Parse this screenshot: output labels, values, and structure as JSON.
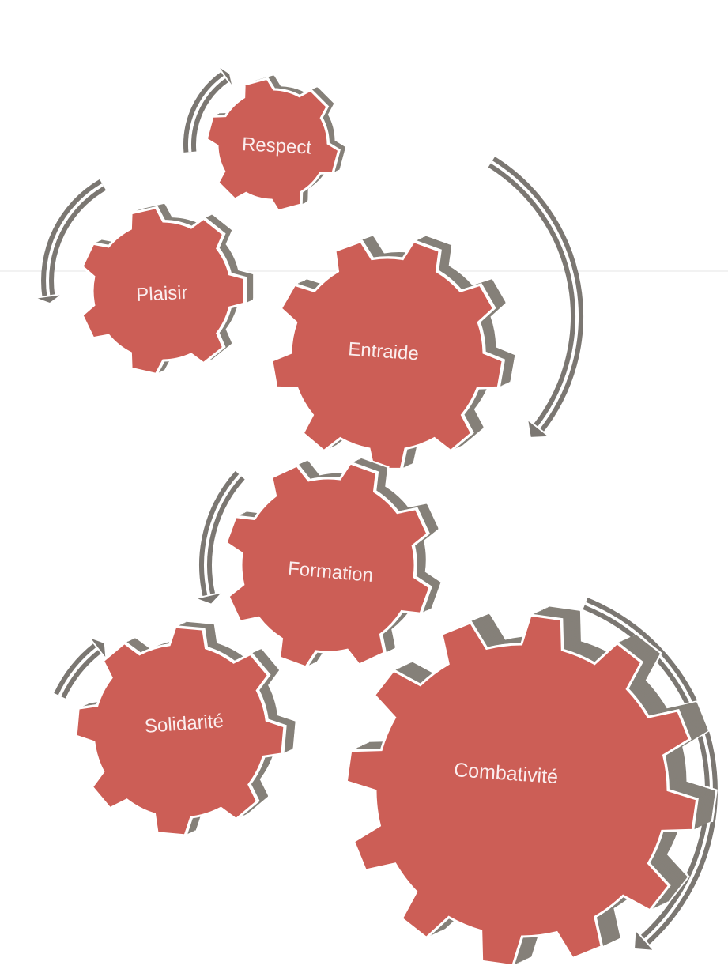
{
  "colors": {
    "gear_face": "#cc5e56",
    "gear_side": "#858079",
    "gear_outline": "#ffffff",
    "arrow": "#7b7772",
    "label": "#fbeeee",
    "background": "#ffffff"
  },
  "gears": [
    {
      "id": "respect",
      "label": "Respect"
    },
    {
      "id": "plaisir",
      "label": "Plaisir"
    },
    {
      "id": "entraide",
      "label": "Entraide"
    },
    {
      "id": "formation",
      "label": "Formation"
    },
    {
      "id": "solidarite",
      "label": "Solidarité"
    },
    {
      "id": "combativite",
      "label": "Combativité"
    }
  ]
}
